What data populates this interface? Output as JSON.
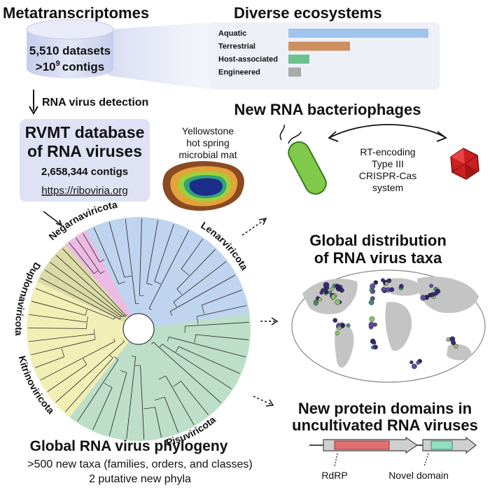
{
  "metatranscriptomes": {
    "title": "Metatranscriptomes",
    "datasets": "5,510 datasets",
    "contigs_base": ">10",
    "contigs_exp": "9",
    "contigs_unit": "contigs"
  },
  "ecosystems": {
    "title": "Diverse ecosystems",
    "bars": [
      {
        "label": "Aquatic",
        "color": "#9fc4ee",
        "value": 1.0
      },
      {
        "label": "Terrestrial",
        "color": "#cd8f5f",
        "value": 0.44
      },
      {
        "label": "Host-associated",
        "color": "#6cc28c",
        "value": 0.15
      },
      {
        "label": "Engineered",
        "color": "#a9a9a9",
        "value": 0.09
      }
    ]
  },
  "detection": {
    "label": "RNA virus detection"
  },
  "rvmt": {
    "line1": "RVMT database",
    "line2": "of RNA viruses",
    "contigs": "2,658,344 contigs",
    "url": "https://riboviria.org"
  },
  "phages": {
    "title": "New RNA bacteriophages",
    "yellowstone": [
      "Yellowstone",
      "hot spring",
      "microbial mat"
    ],
    "crispr": [
      "RT-encoding",
      "Type III",
      "CRISPR-Cas",
      "system"
    ]
  },
  "phylogeny": {
    "title": "Global RNA virus phylogeny",
    "line2": ">500 new taxa (families, orders, and classes)",
    "line3": "2 putative new phyla",
    "phyla": [
      {
        "name": "Negarnaviricota",
        "color": "#c2399b"
      },
      {
        "name": "Lenarviricota",
        "color": "#2d4a7d"
      },
      {
        "name": "Duplornaviricota",
        "color": "#6c6c24"
      },
      {
        "name": "Kitrinoviricota",
        "color": "#b8a03c"
      },
      {
        "name": "Pisuviricota",
        "color": "#3f7a55"
      }
    ]
  },
  "distribution": {
    "line1": "Global distribution",
    "line2": "of RNA virus taxa"
  },
  "domains": {
    "line1": "New protein domains in",
    "line2": "uncultivated RNA viruses",
    "rdrp": "RdRP",
    "novel": "Novel domain"
  }
}
